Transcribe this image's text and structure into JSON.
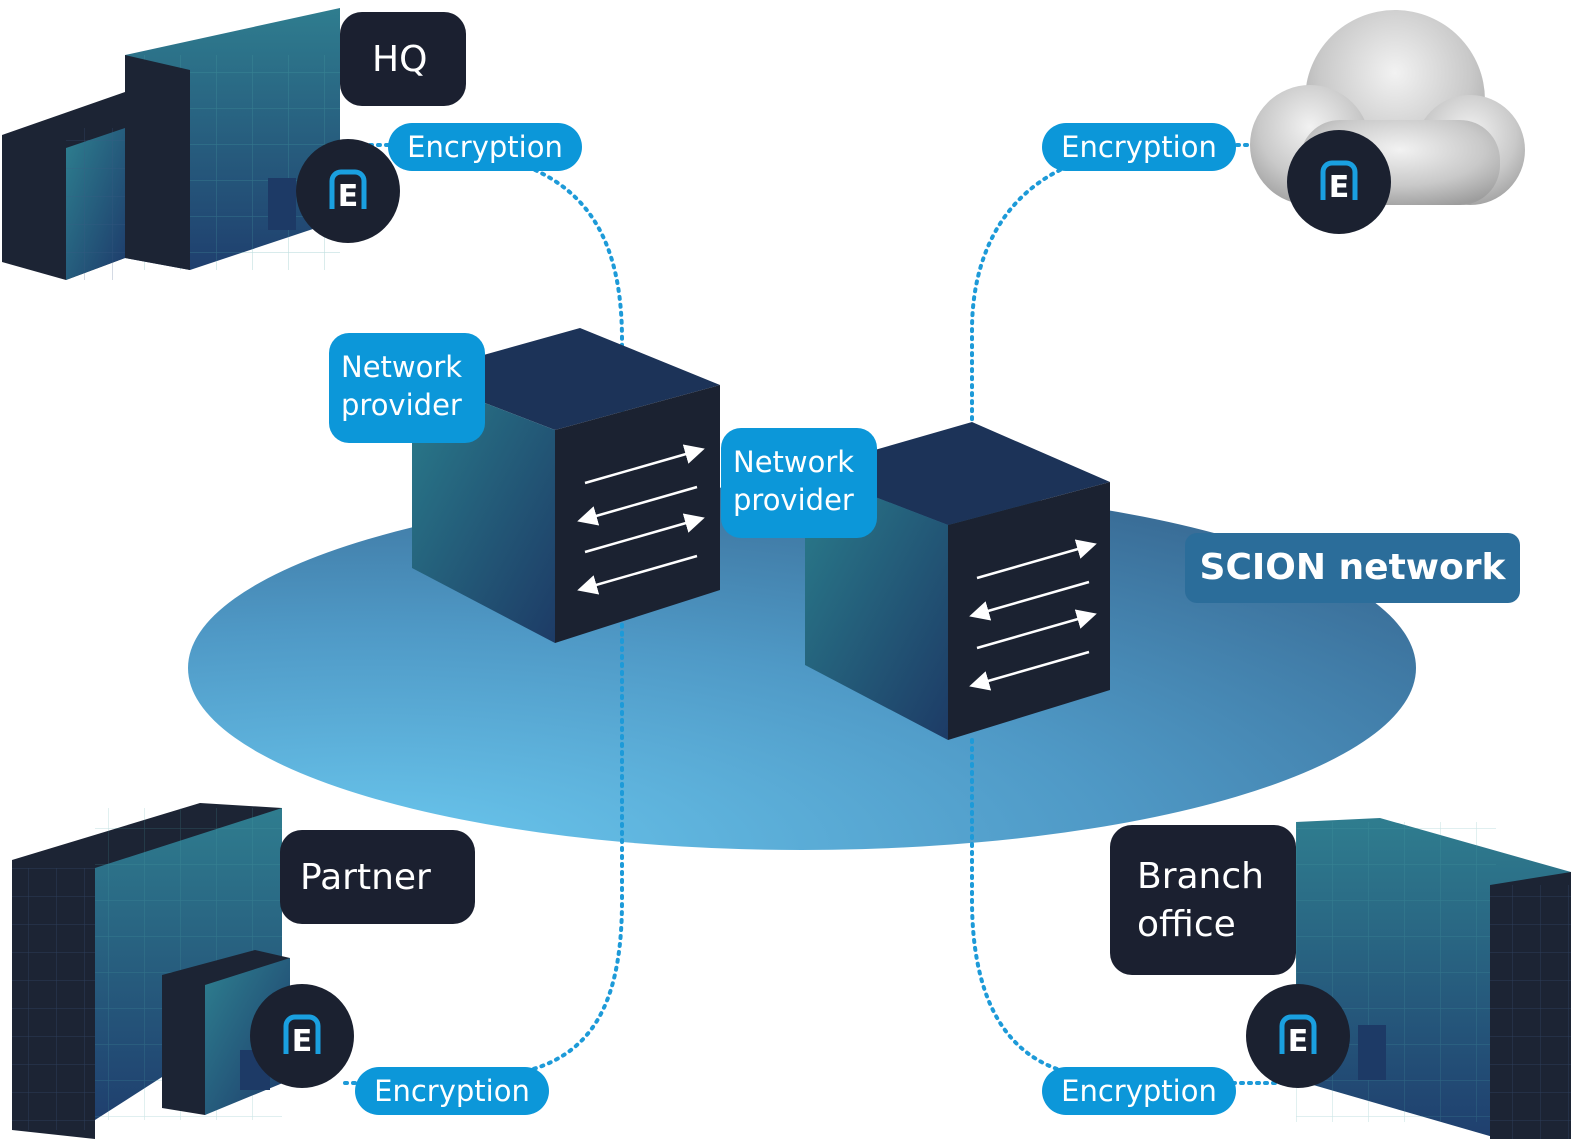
{
  "sites": {
    "hq": {
      "label": "HQ"
    },
    "partner": {
      "label": "Partner"
    },
    "branch": {
      "label_line1": "Branch",
      "label_line2": "office"
    }
  },
  "providers": [
    {
      "line1": "Network",
      "line2": "provider"
    },
    {
      "line1": "Network",
      "line2": "provider"
    }
  ],
  "network": {
    "label": "SCION network"
  },
  "encryption": [
    {
      "label": "Encryption"
    },
    {
      "label": "Encryption"
    },
    {
      "label": "Encryption"
    },
    {
      "label": "Encryption"
    }
  ],
  "badge": {
    "letter": "E",
    "icon": "e-logo-icon"
  },
  "colors": {
    "accent_blue": "#0c97d9",
    "dark_navy": "#1b2030",
    "network_ellipse_light": "#6ac7ee",
    "network_ellipse_dark": "#3f7aa3",
    "scion_label": "#2b6d9a"
  }
}
